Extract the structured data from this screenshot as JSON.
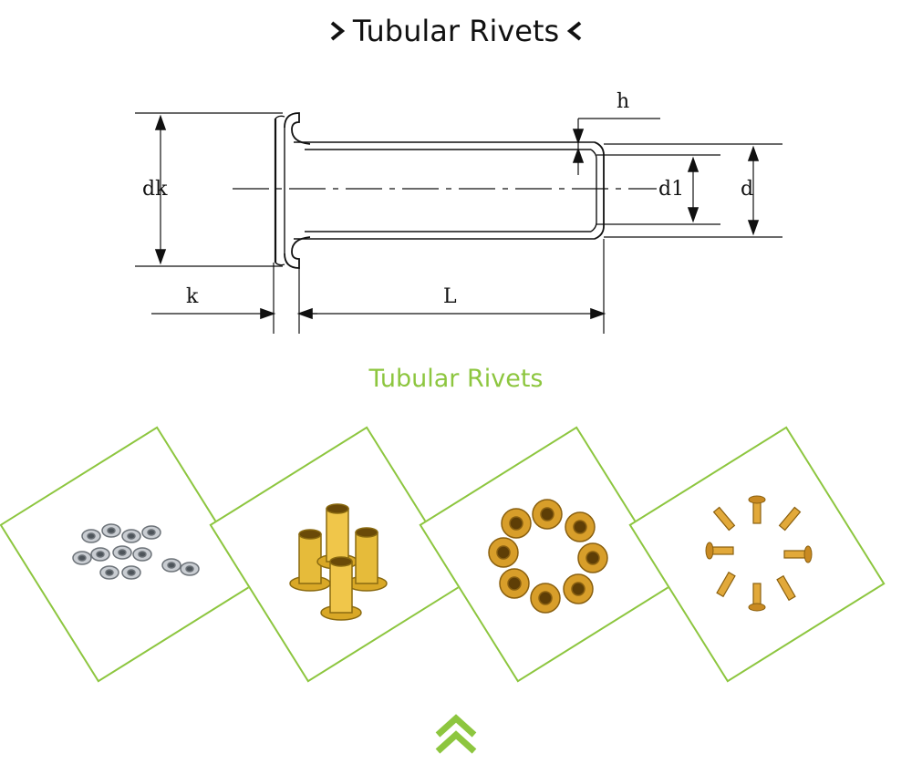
{
  "header": {
    "title": "Tubular Rivets"
  },
  "diagram": {
    "labels": {
      "dk": "dk",
      "h": "h",
      "d1": "d1",
      "d": "d",
      "k": "k",
      "L": "L"
    }
  },
  "section": {
    "subtitle": "Tubular Rivets"
  },
  "gallery": {
    "items": [
      {
        "name": "stainless-rivets-photo"
      },
      {
        "name": "brass-tall-rivets-photo"
      },
      {
        "name": "brass-eyelets-ring-photo"
      },
      {
        "name": "brass-small-rivets-photo"
      }
    ]
  },
  "colors": {
    "accent": "#8dc63f",
    "text": "#111111"
  },
  "icons": {
    "left": "chevron-right-icon",
    "right": "chevron-left-icon",
    "scroll": "double-chevron-up-icon"
  }
}
